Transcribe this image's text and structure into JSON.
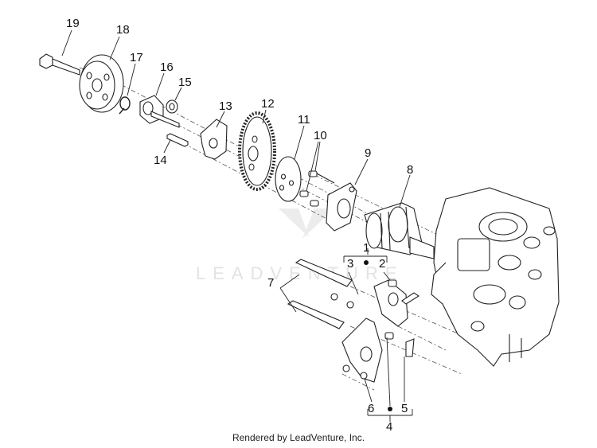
{
  "diagram": {
    "callouts": [
      {
        "id": "19",
        "label": "19"
      },
      {
        "id": "18",
        "label": "18"
      },
      {
        "id": "17",
        "label": "17"
      },
      {
        "id": "16",
        "label": "16"
      },
      {
        "id": "15",
        "label": "15"
      },
      {
        "id": "13",
        "label": "13"
      },
      {
        "id": "12",
        "label": "12"
      },
      {
        "id": "14",
        "label": "14"
      },
      {
        "id": "11",
        "label": "11"
      },
      {
        "id": "10",
        "label": "10"
      },
      {
        "id": "9",
        "label": "9"
      },
      {
        "id": "8",
        "label": "8"
      },
      {
        "id": "1",
        "label": "1"
      },
      {
        "id": "3",
        "label": "3"
      },
      {
        "id": "2",
        "label": "2"
      },
      {
        "id": "7",
        "label": "7"
      },
      {
        "id": "6",
        "label": "6"
      },
      {
        "id": "5",
        "label": "5"
      },
      {
        "id": "4",
        "label": "4"
      }
    ]
  },
  "watermark": {
    "text": "LEADVENTURE"
  },
  "footer": {
    "text": "Rendered by LeadVenture, Inc."
  },
  "colors": {
    "line": "#222222",
    "watermark": "#e3e3e3"
  }
}
